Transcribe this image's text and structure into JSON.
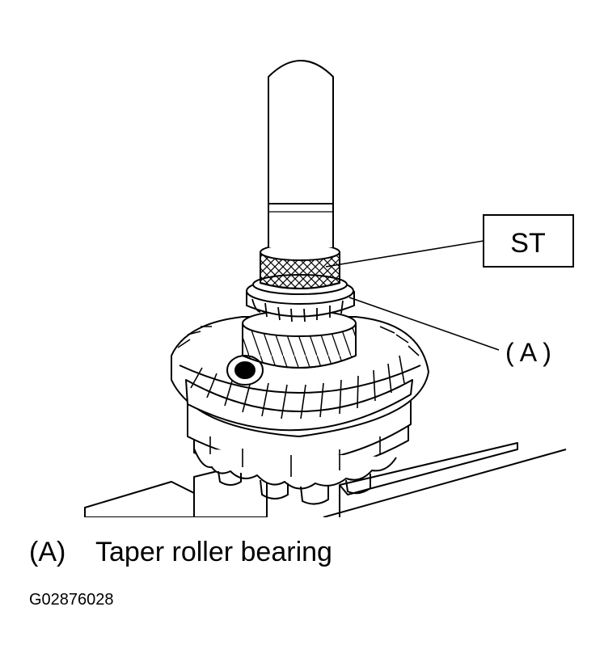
{
  "callouts": {
    "st": "ST",
    "a": "( A )"
  },
  "legend": {
    "key": "(A)",
    "text": "Taper roller bearing"
  },
  "figure_id": "G02876028"
}
